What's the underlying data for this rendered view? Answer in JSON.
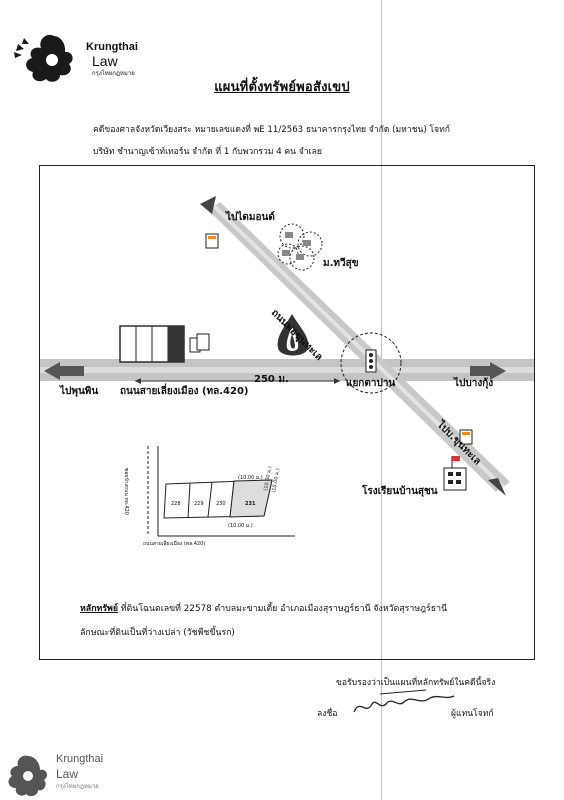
{
  "header": {
    "brand_name": "Krungthai",
    "brand_sub": "Law",
    "brand_thai": "กรุงไทยกฎหมาย"
  },
  "document": {
    "title": "แผนที่ตั้งทรัพย์พอสังเขป",
    "case_line1": "คดีของศาลจังหวัดเวียงสระ  หมายเลขแดงที่ พE 11/2563  ธนาคารกรุงไทย จำกัด (มหาชน) โจทก์",
    "case_line2": "บริษัท ชำนาญเซ้าท์เทอร์น จำกัด ที่ 1 กับพวกรวม 4 คน จำเลย"
  },
  "map": {
    "to_diamond": "ไปไดมอนด์",
    "village": "ม.ทวีสุข",
    "road_diag": "ถนนพ่อขุนทะเล",
    "distance": "250 ม.",
    "road_main": "ถนนสายเลี่ยงเมือง (ทล.420)",
    "to_phunphin": "ไปพุนพิน",
    "junction": "แยกตาปาน",
    "to_bangkung": "ไปบางกุ้ง",
    "to_khunthale": "ไปบ.ขุนทะเล",
    "school": "โรงเรียนบ้านสุชน",
    "seven_eleven": "7"
  },
  "parcel": {
    "road_vertical": "ซอยข้างถนน ทล.420",
    "road_bottom": "ถนนสายเลี่ยงเมือง (ทล.420)",
    "lots": [
      "228",
      "229",
      "230",
      "231"
    ],
    "dim_top": "(10.00 ม.)",
    "dim_left": "(10.00 ม.)",
    "dim_right": "(10.00 ม.)",
    "dim_bottom": "(10.00 ม.)"
  },
  "asset": {
    "label": "หลักทรัพย์",
    "line1": "ที่ดินโฉนดเลขที่  22578  ตำบลมะขามเตี้ย  อำเภอเมืองสุราษฎร์ธานี  จังหวัดสุราษฎร์ธานี",
    "line2": "ลักษณะที่ดินเป็นที่ว่างเปล่า (วัชพืชขึ้นรก)"
  },
  "footer": {
    "certify": "ขอรับรองว่าเป็นแผนที่หลักทรัพย์ในคดีนี้จริง",
    "sign_label": "ลงชื่อ",
    "representative": "ผู้แทนโจทก์"
  },
  "colors": {
    "road_gray": "#bfbfbf",
    "arrow_dark": "#555555",
    "ptt_dark": "#333333",
    "seven_orange": "#f08a24"
  }
}
